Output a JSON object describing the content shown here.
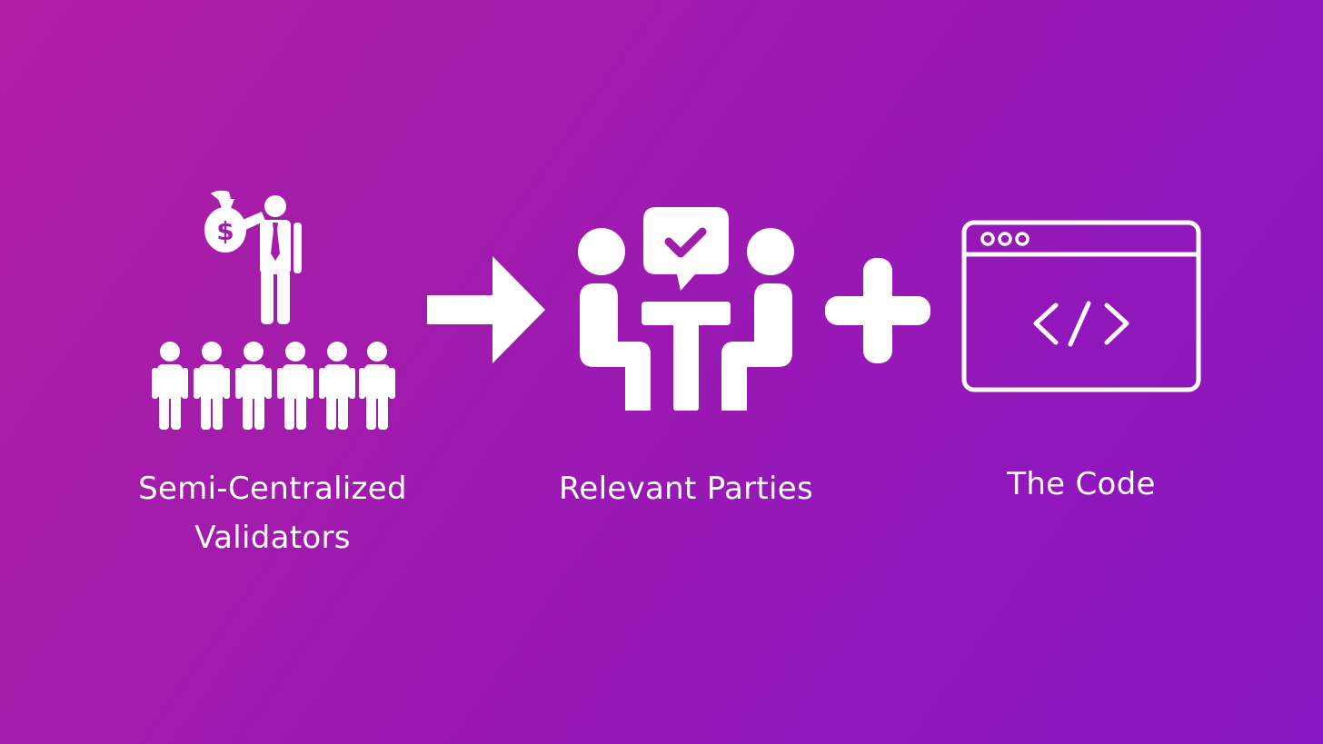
{
  "diagram": {
    "nodes": [
      {
        "id": "validators",
        "label_line1": "Semi-Centralized",
        "label_line2": "Validators",
        "icon": "investor-and-crowd-icon"
      },
      {
        "id": "parties",
        "label": "Relevant Parties",
        "icon": "meeting-agreement-icon"
      },
      {
        "id": "code",
        "label": "The Code",
        "icon": "code-window-icon"
      }
    ],
    "connectors": [
      {
        "from": "validators",
        "to": "parties",
        "icon": "arrow-right-icon"
      },
      {
        "from": "parties",
        "to": "code",
        "icon": "plus-icon"
      }
    ]
  },
  "colors": {
    "foreground": "#ffffff",
    "gradient_start": "#b01fa3",
    "gradient_end": "#8517c2"
  }
}
